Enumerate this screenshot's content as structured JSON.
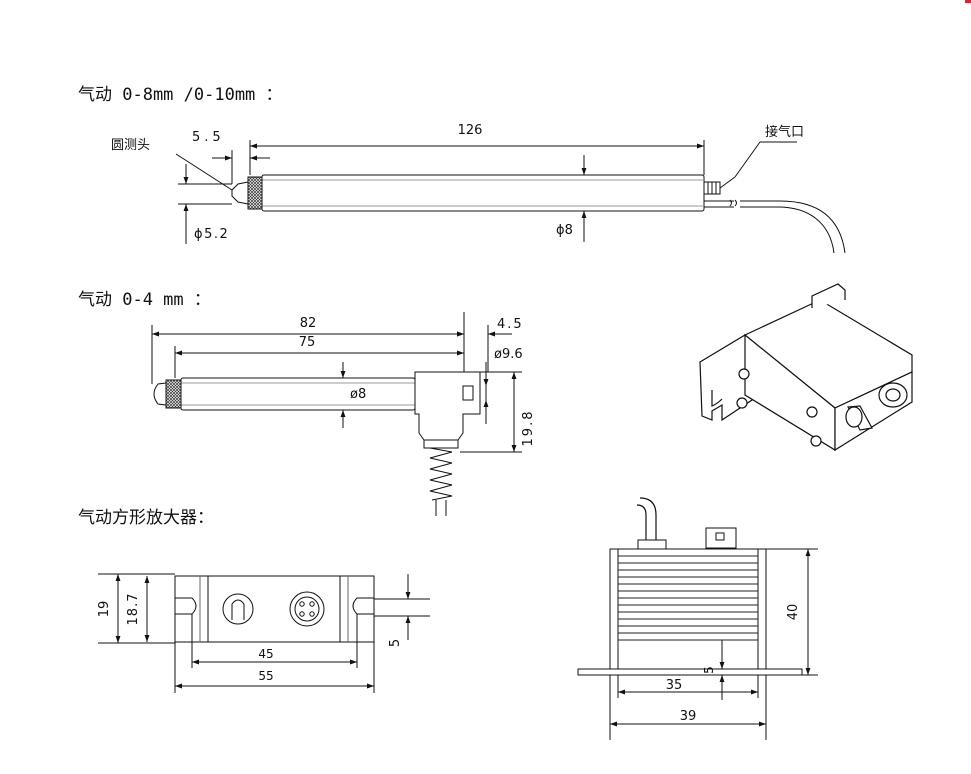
{
  "sections": {
    "s1_title": "气动 0-8mm /0-10mm ：",
    "s2_title": "气动 0-4 mm ：",
    "s3_title": "气动方形放大器："
  },
  "probe1": {
    "head_label": "圆测头",
    "air_inlet_label": "接气口",
    "dim_length": "126",
    "dim_tip": "5.5",
    "dim_tip_dia": "ϕ5.2",
    "dim_body_dia": "ϕ8"
  },
  "probe2": {
    "dim_total": "82",
    "dim_body": "75",
    "dim_offset": "4.5",
    "dim_port_dia": "ø9.6",
    "dim_body_dia": "ø8",
    "dim_height": "19.8"
  },
  "amp_front": {
    "dim_outer_h": "19",
    "dim_inner_h": "18.7",
    "dim_slot": "5",
    "dim_hole_span": "45",
    "dim_width": "55"
  },
  "amp_side": {
    "dim_height": "40",
    "dim_base": "5",
    "dim_inner_w": "35",
    "dim_outer_w": "39"
  }
}
